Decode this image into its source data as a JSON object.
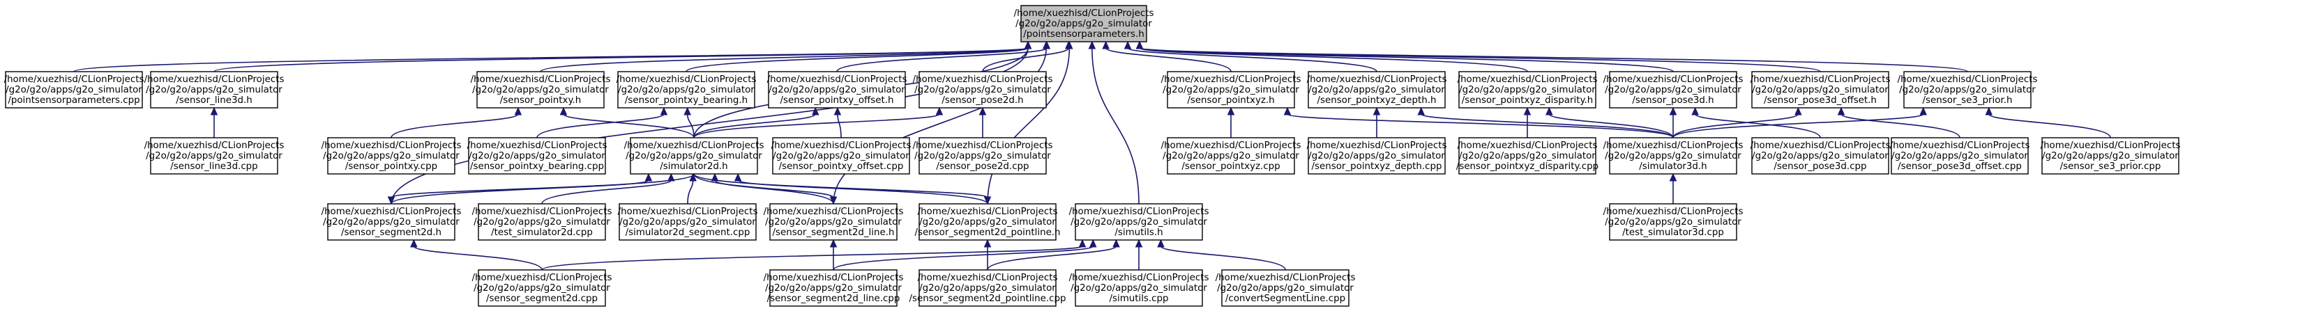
{
  "graph": {
    "edge_color": "#191970",
    "root_fill": "#bfbfbf",
    "nodes": [
      {
        "id": "root",
        "lines": [
          "/home/xuezhisd/CLionProjects",
          "/g2o/g2o/apps/g2o_simulator",
          "/pointsensorparameters.h"
        ]
      },
      {
        "id": "pointsensorparameters_cpp",
        "lines": [
          "/home/xuezhisd/CLionProjects",
          "/g2o/g2o/apps/g2o_simulator",
          "/pointsensorparameters.cpp"
        ]
      },
      {
        "id": "sensor_line3d_h",
        "lines": [
          "/home/xuezhisd/CLionProjects",
          "/g2o/g2o/apps/g2o_simulator",
          "/sensor_line3d.h"
        ]
      },
      {
        "id": "sensor_line3d_cpp",
        "lines": [
          "/home/xuezhisd/CLionProjects",
          "/g2o/g2o/apps/g2o_simulator",
          "/sensor_line3d.cpp"
        ]
      },
      {
        "id": "sensor_pointxy_h",
        "lines": [
          "/home/xuezhisd/CLionProjects",
          "/g2o/g2o/apps/g2o_simulator",
          "/sensor_pointxy.h"
        ]
      },
      {
        "id": "sensor_pointxy_bearing_h",
        "lines": [
          "/home/xuezhisd/CLionProjects",
          "/g2o/g2o/apps/g2o_simulator",
          "/sensor_pointxy_bearing.h"
        ]
      },
      {
        "id": "sensor_pointxy_offset_h",
        "lines": [
          "/home/xuezhisd/CLionProjects",
          "/g2o/g2o/apps/g2o_simulator",
          "/sensor_pointxy_offset.h"
        ]
      },
      {
        "id": "sensor_pose2d_h",
        "lines": [
          "/home/xuezhisd/CLionProjects",
          "/g2o/g2o/apps/g2o_simulator",
          "/sensor_pose2d.h"
        ]
      },
      {
        "id": "sensor_pointxyz_h",
        "lines": [
          "/home/xuezhisd/CLionProjects",
          "/g2o/g2o/apps/g2o_simulator",
          "/sensor_pointxyz.h"
        ]
      },
      {
        "id": "sensor_pointxyz_depth_h",
        "lines": [
          "/home/xuezhisd/CLionProjects",
          "/g2o/g2o/apps/g2o_simulator",
          "/sensor_pointxyz_depth.h"
        ]
      },
      {
        "id": "sensor_pointxyz_disparity_h",
        "lines": [
          "/home/xuezhisd/CLionProjects",
          "/g2o/g2o/apps/g2o_simulator",
          "/sensor_pointxyz_disparity.h"
        ]
      },
      {
        "id": "sensor_pose3d_h",
        "lines": [
          "/home/xuezhisd/CLionProjects",
          "/g2o/g2o/apps/g2o_simulator",
          "/sensor_pose3d.h"
        ]
      },
      {
        "id": "sensor_pose3d_offset_h",
        "lines": [
          "/home/xuezhisd/CLionProjects",
          "/g2o/g2o/apps/g2o_simulator",
          "/sensor_pose3d_offset.h"
        ]
      },
      {
        "id": "sensor_se3_prior_h",
        "lines": [
          "/home/xuezhisd/CLionProjects",
          "/g2o/g2o/apps/g2o_simulator",
          "/sensor_se3_prior.h"
        ]
      },
      {
        "id": "sensor_pointxy_cpp",
        "lines": [
          "/home/xuezhisd/CLionProjects",
          "/g2o/g2o/apps/g2o_simulator",
          "/sensor_pointxy.cpp"
        ]
      },
      {
        "id": "sensor_pointxy_bearing_cpp",
        "lines": [
          "/home/xuezhisd/CLionProjects",
          "/g2o/g2o/apps/g2o_simulator",
          "/sensor_pointxy_bearing.cpp"
        ]
      },
      {
        "id": "simulator2d_h",
        "lines": [
          "/home/xuezhisd/CLionProjects",
          "/g2o/g2o/apps/g2o_simulator",
          "/simulator2d.h"
        ]
      },
      {
        "id": "sensor_pointxy_offset_cpp",
        "lines": [
          "/home/xuezhisd/CLionProjects",
          "/g2o/g2o/apps/g2o_simulator",
          "/sensor_pointxy_offset.cpp"
        ]
      },
      {
        "id": "sensor_pose2d_cpp",
        "lines": [
          "/home/xuezhisd/CLionProjects",
          "/g2o/g2o/apps/g2o_simulator",
          "/sensor_pose2d.cpp"
        ]
      },
      {
        "id": "sensor_pointxyz_cpp",
        "lines": [
          "/home/xuezhisd/CLionProjects",
          "/g2o/g2o/apps/g2o_simulator",
          "/sensor_pointxyz.cpp"
        ]
      },
      {
        "id": "sensor_pointxyz_depth_cpp",
        "lines": [
          "/home/xuezhisd/CLionProjects",
          "/g2o/g2o/apps/g2o_simulator",
          "/sensor_pointxyz_depth.cpp"
        ]
      },
      {
        "id": "sensor_pointxyz_disparity_cpp",
        "lines": [
          "/home/xuezhisd/CLionProjects",
          "/g2o/g2o/apps/g2o_simulator",
          "/sensor_pointxyz_disparity.cpp"
        ]
      },
      {
        "id": "simulator3d_h",
        "lines": [
          "/home/xuezhisd/CLionProjects",
          "/g2o/g2o/apps/g2o_simulator",
          "/simulator3d.h"
        ]
      },
      {
        "id": "sensor_pose3d_cpp",
        "lines": [
          "/home/xuezhisd/CLionProjects",
          "/g2o/g2o/apps/g2o_simulator",
          "/sensor_pose3d.cpp"
        ]
      },
      {
        "id": "sensor_pose3d_offset_cpp",
        "lines": [
          "/home/xuezhisd/CLionProjects",
          "/g2o/g2o/apps/g2o_simulator",
          "/sensor_pose3d_offset.cpp"
        ]
      },
      {
        "id": "sensor_se3_prior_cpp",
        "lines": [
          "/home/xuezhisd/CLionProjects",
          "/g2o/g2o/apps/g2o_simulator",
          "/sensor_se3_prior.cpp"
        ]
      },
      {
        "id": "sensor_segment2d_h",
        "lines": [
          "/home/xuezhisd/CLionProjects",
          "/g2o/g2o/apps/g2o_simulator",
          "/sensor_segment2d.h"
        ]
      },
      {
        "id": "test_simulator2d_cpp",
        "lines": [
          "/home/xuezhisd/CLionProjects",
          "/g2o/g2o/apps/g2o_simulator",
          "/test_simulator2d.cpp"
        ]
      },
      {
        "id": "simulator2d_segment_cpp",
        "lines": [
          "/home/xuezhisd/CLionProjects",
          "/g2o/g2o/apps/g2o_simulator",
          "/simulator2d_segment.cpp"
        ]
      },
      {
        "id": "sensor_segment2d_line_h",
        "lines": [
          "/home/xuezhisd/CLionProjects",
          "/g2o/g2o/apps/g2o_simulator",
          "/sensor_segment2d_line.h"
        ]
      },
      {
        "id": "sensor_segment2d_pointline_h",
        "lines": [
          "/home/xuezhisd/CLionProjects",
          "/g2o/g2o/apps/g2o_simulator",
          "/sensor_segment2d_pointline.h"
        ]
      },
      {
        "id": "simutils_h",
        "lines": [
          "/home/xuezhisd/CLionProjects",
          "/g2o/g2o/apps/g2o_simulator",
          "/simutils.h"
        ]
      },
      {
        "id": "test_simulator3d_cpp",
        "lines": [
          "/home/xuezhisd/CLionProjects",
          "/g2o/g2o/apps/g2o_simulator",
          "/test_simulator3d.cpp"
        ]
      },
      {
        "id": "sensor_segment2d_cpp",
        "lines": [
          "/home/xuezhisd/CLionProjects",
          "/g2o/g2o/apps/g2o_simulator",
          "/sensor_segment2d.cpp"
        ]
      },
      {
        "id": "sensor_segment2d_line_cpp",
        "lines": [
          "/home/xuezhisd/CLionProjects",
          "/g2o/g2o/apps/g2o_simulator",
          "/sensor_segment2d_line.cpp"
        ]
      },
      {
        "id": "sensor_segment2d_pointline_cpp",
        "lines": [
          "/home/xuezhisd/CLionProjects",
          "/g2o/g2o/apps/g2o_simulator",
          "/sensor_segment2d_pointline.cpp"
        ]
      },
      {
        "id": "simutils_cpp",
        "lines": [
          "/home/xuezhisd/CLionProjects",
          "/g2o/g2o/apps/g2o_simulator",
          "/simutils.cpp"
        ]
      },
      {
        "id": "convertSegmentLine_cpp",
        "lines": [
          "/home/xuezhisd/CLionProjects",
          "/g2o/g2o/apps/g2o_simulator",
          "/convertSegmentLine.cpp"
        ]
      }
    ],
    "edges": [
      [
        "root",
        "pointsensorparameters_cpp"
      ],
      [
        "root",
        "sensor_line3d_h"
      ],
      [
        "root",
        "sensor_pointxy_h"
      ],
      [
        "root",
        "sensor_pointxy_bearing_h"
      ],
      [
        "root",
        "sensor_pointxy_offset_h"
      ],
      [
        "root",
        "sensor_pose2d_h"
      ],
      [
        "root",
        "sensor_pointxyz_h"
      ],
      [
        "root",
        "sensor_pointxyz_depth_h"
      ],
      [
        "root",
        "sensor_pointxyz_disparity_h"
      ],
      [
        "root",
        "sensor_pose3d_h"
      ],
      [
        "root",
        "sensor_pose3d_offset_h"
      ],
      [
        "root",
        "sensor_se3_prior_h"
      ],
      [
        "root",
        "sensor_segment2d_h"
      ],
      [
        "root",
        "simulator2d_h"
      ],
      [
        "root",
        "sensor_segment2d_line_h"
      ],
      [
        "root",
        "sensor_segment2d_pointline_h"
      ],
      [
        "root",
        "simutils_h"
      ],
      [
        "sensor_line3d_h",
        "sensor_line3d_cpp"
      ],
      [
        "sensor_pointxy_h",
        "sensor_pointxy_cpp"
      ],
      [
        "sensor_pointxy_h",
        "simulator2d_h"
      ],
      [
        "sensor_pointxy_bearing_h",
        "sensor_pointxy_bearing_cpp"
      ],
      [
        "sensor_pointxy_bearing_h",
        "simulator2d_h"
      ],
      [
        "sensor_pointxy_offset_h",
        "sensor_pointxy_offset_cpp"
      ],
      [
        "sensor_pointxy_offset_h",
        "simulator2d_h"
      ],
      [
        "sensor_pose2d_h",
        "sensor_pose2d_cpp"
      ],
      [
        "sensor_pose2d_h",
        "simulator2d_h"
      ],
      [
        "sensor_pointxyz_h",
        "sensor_pointxyz_cpp"
      ],
      [
        "sensor_pointxyz_h",
        "simulator3d_h"
      ],
      [
        "sensor_pointxyz_depth_h",
        "sensor_pointxyz_depth_cpp"
      ],
      [
        "sensor_pointxyz_depth_h",
        "simulator3d_h"
      ],
      [
        "sensor_pointxyz_disparity_h",
        "sensor_pointxyz_disparity_cpp"
      ],
      [
        "sensor_pointxyz_disparity_h",
        "simulator3d_h"
      ],
      [
        "sensor_pose3d_h",
        "sensor_pose3d_cpp"
      ],
      [
        "sensor_pose3d_h",
        "simulator3d_h"
      ],
      [
        "sensor_pose3d_offset_h",
        "sensor_pose3d_offset_cpp"
      ],
      [
        "sensor_pose3d_offset_h",
        "simulator3d_h"
      ],
      [
        "sensor_se3_prior_h",
        "sensor_se3_prior_cpp"
      ],
      [
        "sensor_se3_prior_h",
        "simulator3d_h"
      ],
      [
        "simulator2d_h",
        "sensor_segment2d_h"
      ],
      [
        "simulator2d_h",
        "test_simulator2d_cpp"
      ],
      [
        "simulator2d_h",
        "simulator2d_segment_cpp"
      ],
      [
        "simulator2d_h",
        "sensor_segment2d_line_h"
      ],
      [
        "simulator2d_h",
        "sensor_segment2d_pointline_h"
      ],
      [
        "simulator3d_h",
        "test_simulator3d_cpp"
      ],
      [
        "sensor_segment2d_h",
        "simulator2d_h"
      ],
      [
        "sensor_segment2d_h",
        "sensor_segment2d_cpp"
      ],
      [
        "sensor_segment2d_line_h",
        "simulator2d_h"
      ],
      [
        "sensor_segment2d_line_h",
        "sensor_segment2d_line_cpp"
      ],
      [
        "sensor_segment2d_pointline_h",
        "simulator2d_h"
      ],
      [
        "sensor_segment2d_pointline_h",
        "sensor_segment2d_pointline_cpp"
      ],
      [
        "simutils_h",
        "sensor_segment2d_cpp"
      ],
      [
        "simutils_h",
        "sensor_segment2d_line_cpp"
      ],
      [
        "simutils_h",
        "sensor_segment2d_pointline_cpp"
      ],
      [
        "simutils_h",
        "simutils_cpp"
      ],
      [
        "simutils_h",
        "convertSegmentLine_cpp"
      ]
    ]
  }
}
